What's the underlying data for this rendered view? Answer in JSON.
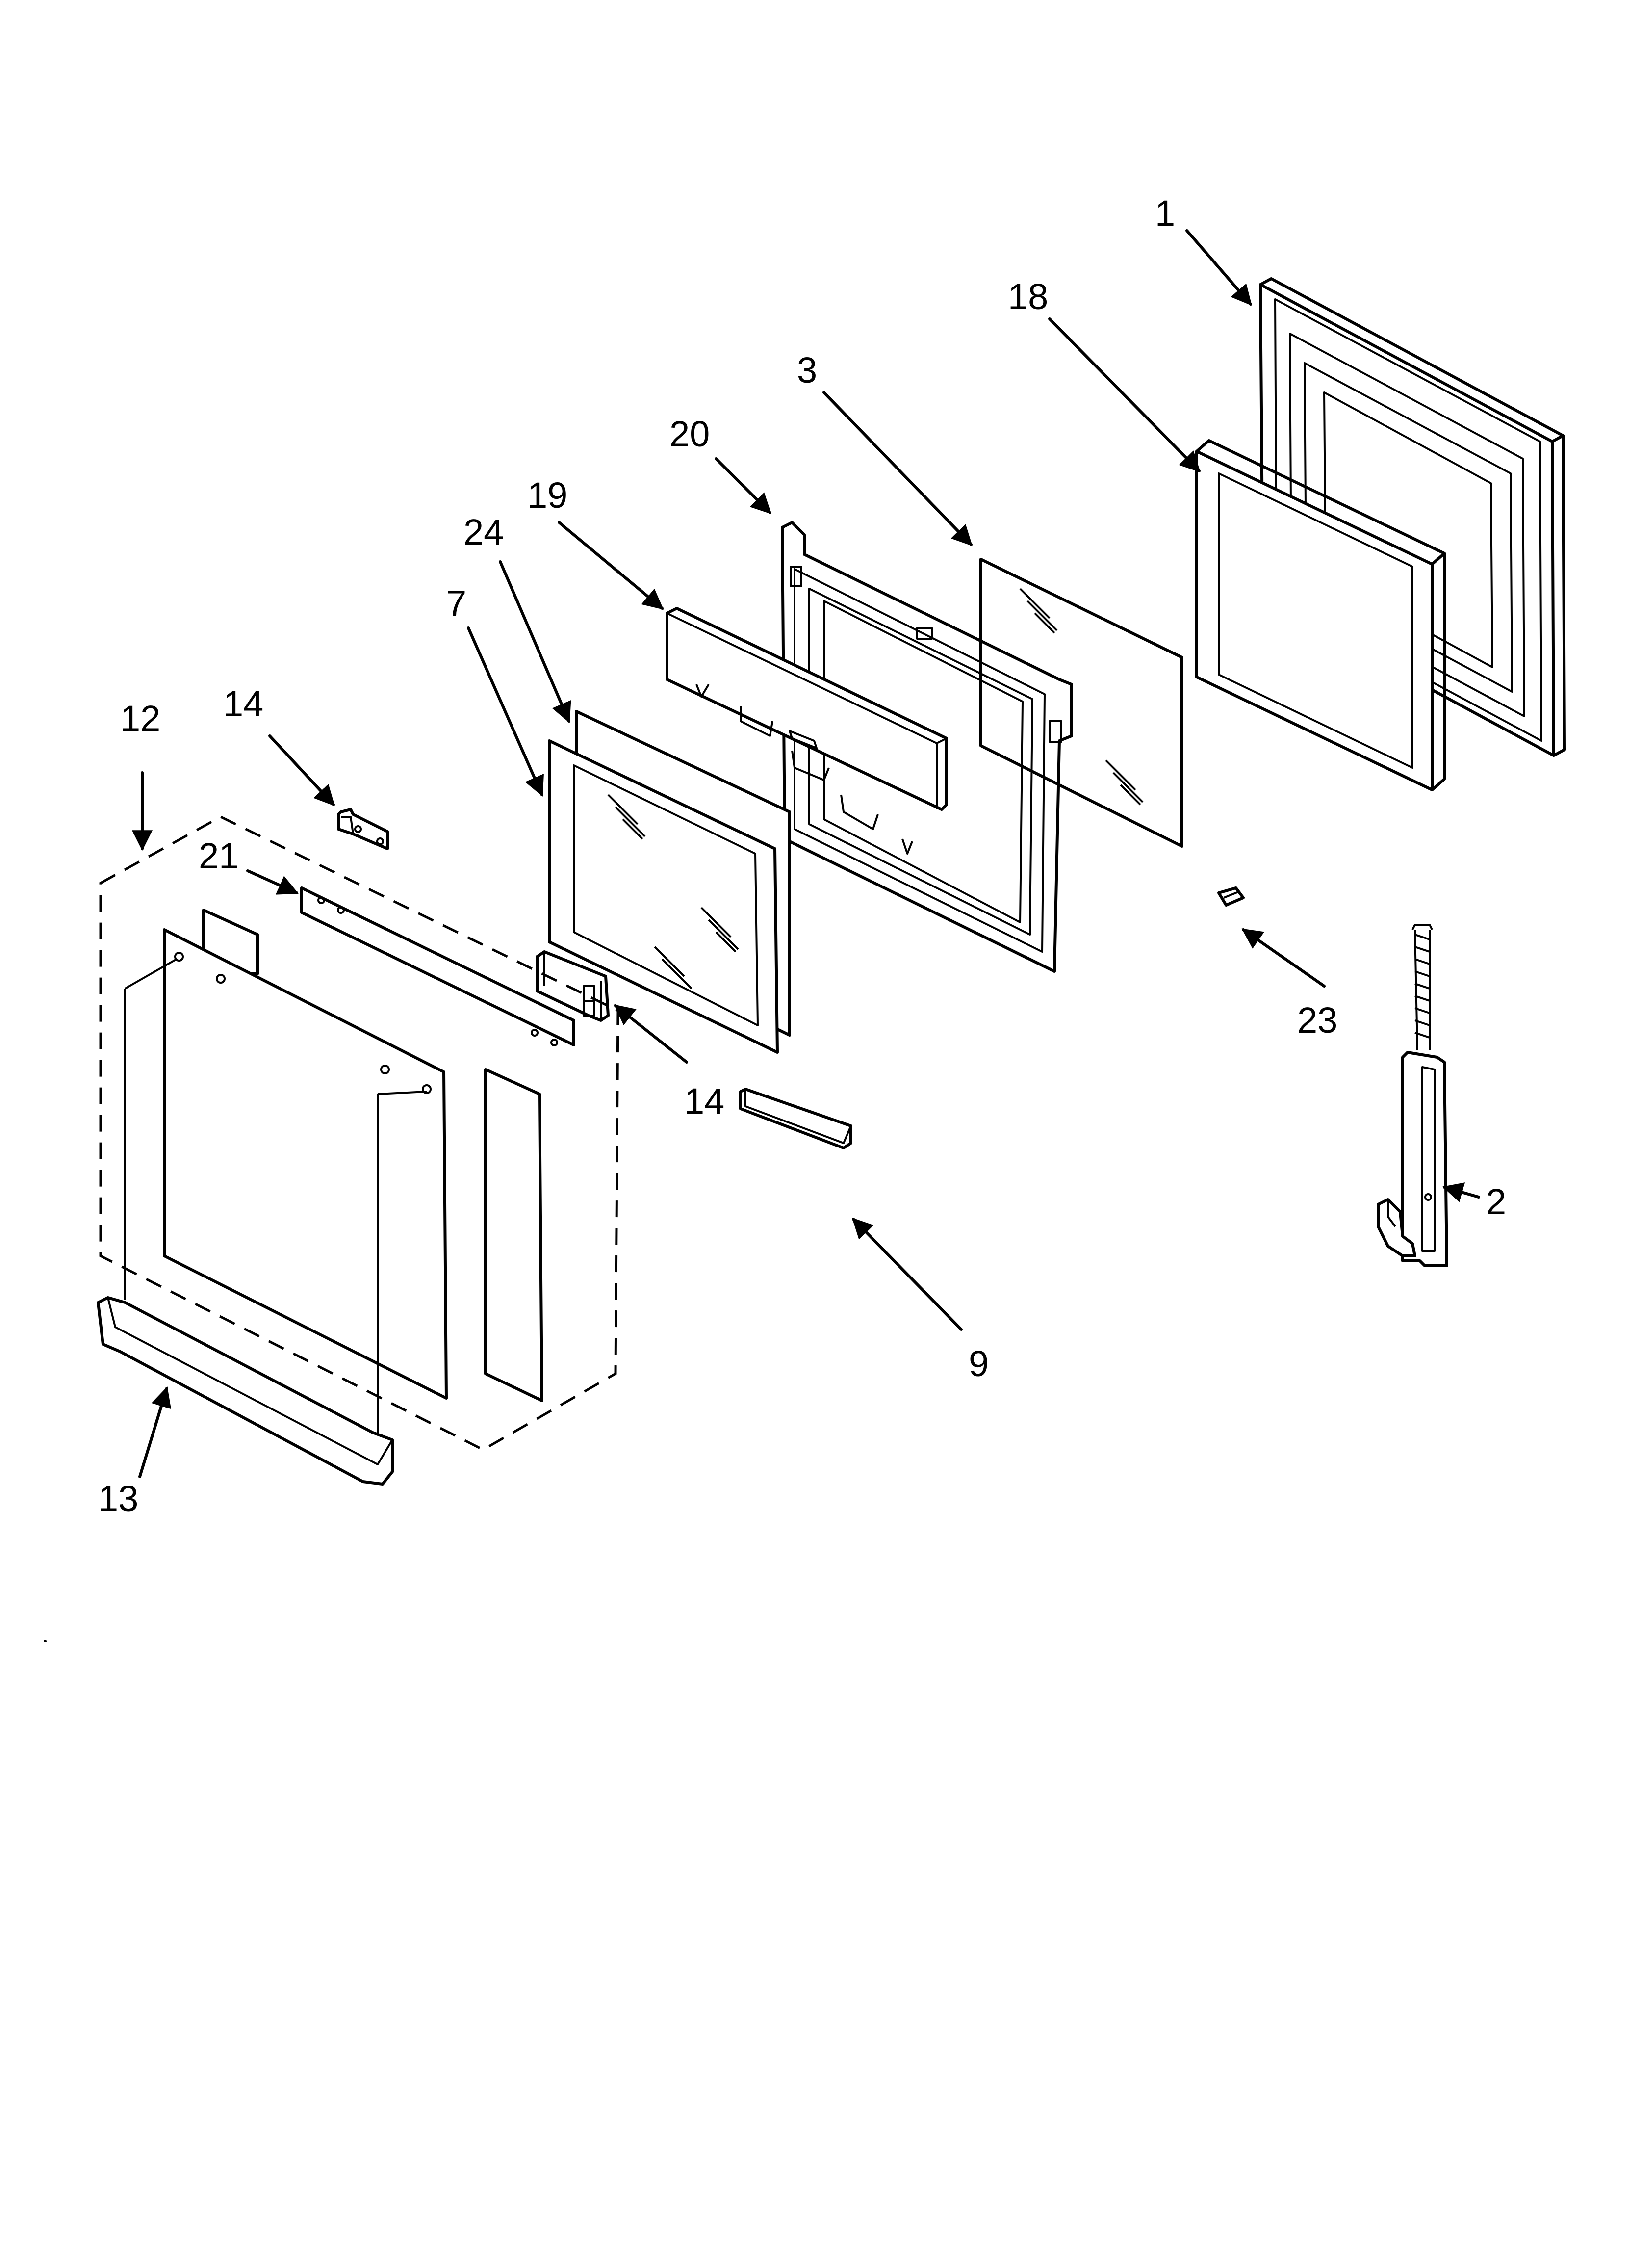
{
  "callouts": {
    "c1": "1",
    "c18": "18",
    "c3": "3",
    "c20": "20",
    "c19": "19",
    "c24": "24",
    "c7": "7",
    "c12": "12",
    "c14a": "14",
    "c21": "21",
    "c14b": "14",
    "c23": "23",
    "c2": "2",
    "c9": "9",
    "c13": "13"
  },
  "colors": {
    "line": "#000000",
    "background": "#ffffff"
  }
}
